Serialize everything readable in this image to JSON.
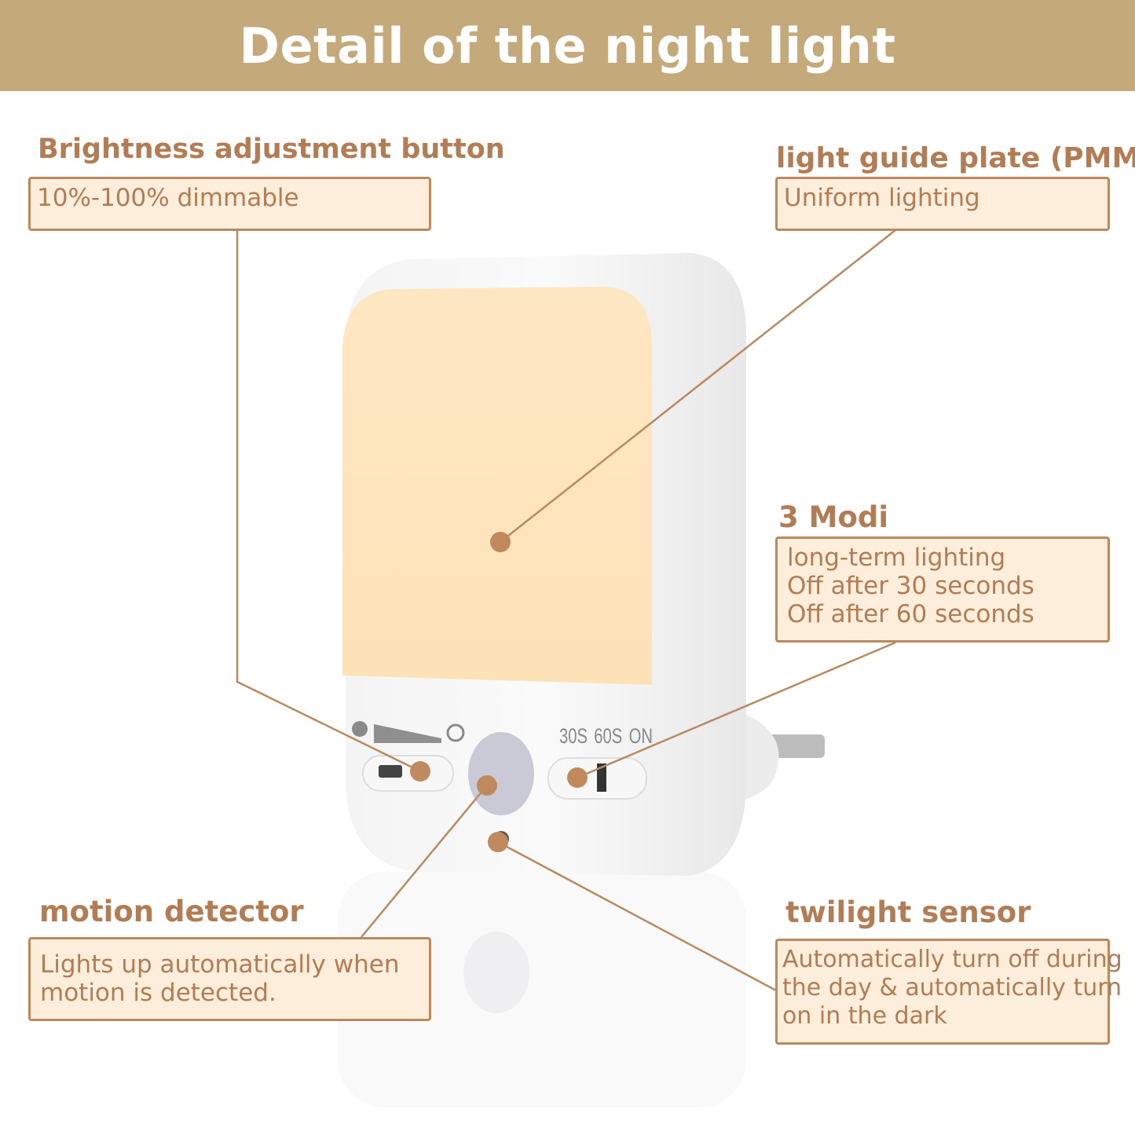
{
  "header": {
    "title": "Detail of the night light"
  },
  "callouts": {
    "brightness": {
      "title": "Brightness adjustment button",
      "lines": [
        "10%-100% dimmable"
      ]
    },
    "light_guide": {
      "title": "light guide plate (PMMA)",
      "lines": [
        "Uniform lighting"
      ]
    },
    "modes": {
      "title": "3 Modi",
      "lines": [
        "long-term lighting",
        "Off after 30 seconds",
        "Off after 60 seconds"
      ]
    },
    "motion": {
      "title": "motion detector",
      "lines": [
        "Lights up automatically when",
        "motion is detected."
      ]
    },
    "twilight": {
      "title": "twilight sensor",
      "lines": [
        "Automatically turn off during",
        "the day & automatically turn",
        "on in the dark"
      ]
    }
  },
  "device": {
    "mode_labels": [
      "30S",
      "60S",
      "ON"
    ]
  },
  "colors": {
    "header": "#c4aa7a",
    "accent": "#b27c55",
    "box_bg": "#fdeedc",
    "dot": "#c08a5e"
  }
}
